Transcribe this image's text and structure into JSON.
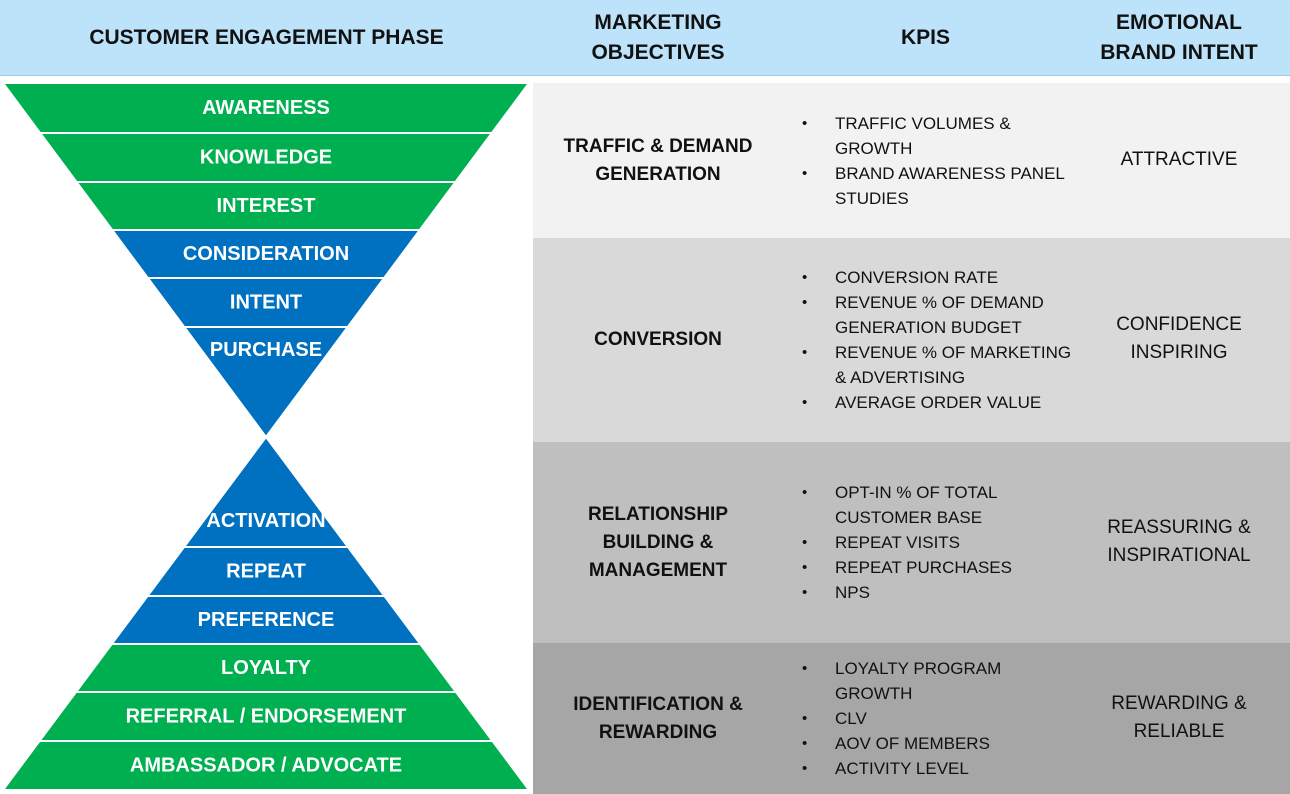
{
  "header": {
    "phase": "CUSTOMER ENGAGEMENT PHASE",
    "objectives": "MARKETING\nOBJECTIVES",
    "kpis": "KPIS",
    "intent": "EMOTIONAL\nBRAND INTENT"
  },
  "colors": {
    "green": "#00b050",
    "blue": "#0070c0",
    "header": "#bde3fb"
  },
  "funnel": {
    "top": [
      "AWARENESS",
      "KNOWLEDGE",
      "INTEREST",
      "CONSIDERATION",
      "INTENT",
      "PURCHASE"
    ],
    "bottom": [
      "ACTIVATION",
      "REPEAT",
      "PREFERENCE",
      "LOYALTY",
      "REFERRAL / ENDORSEMENT",
      "AMBASSADOR / ADVOCATE"
    ]
  },
  "rows": [
    {
      "objective": "TRAFFIC & DEMAND\nGENERATION",
      "kpis": [
        "TRAFFIC VOLUMES &\nGROWTH",
        "BRAND AWARENESS PANEL\nSTUDIES"
      ],
      "intent": "ATTRACTIVE"
    },
    {
      "objective": "CONVERSION",
      "kpis": [
        "CONVERSION RATE",
        "REVENUE % OF DEMAND\nGENERATION BUDGET",
        "REVENUE % OF MARKETING\n& ADVERTISING",
        "AVERAGE ORDER VALUE"
      ],
      "intent": "CONFIDENCE\nINSPIRING"
    },
    {
      "objective": "RELATIONSHIP\nBUILDING &\nMANAGEMENT",
      "kpis": [
        "OPT-IN % OF TOTAL\nCUSTOMER BASE",
        "REPEAT VISITS",
        "REPEAT PURCHASES",
        "NPS"
      ],
      "intent": "REASSURING &\nINSPIRATIONAL"
    },
    {
      "objective": "IDENTIFICATION &\nREWARDING",
      "kpis": [
        "LOYALTY PROGRAM\nGROWTH",
        "CLV",
        "AOV OF MEMBERS",
        "ACTIVITY LEVEL"
      ],
      "intent": "REWARDING &\nRELIABLE"
    }
  ]
}
